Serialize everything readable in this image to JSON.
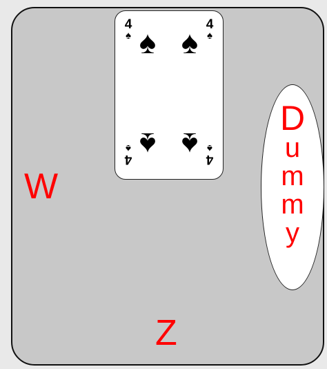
{
  "table": {
    "background_color": "#c8c8c8",
    "label_color": "#ff0000"
  },
  "trick": {
    "cards": [
      {
        "rank": "4",
        "suit_symbol": "♠",
        "suit_name": "spades"
      }
    ]
  },
  "seats": {
    "west_label": "W",
    "south_label": "Z",
    "dummy_letters": [
      "D",
      "u",
      "m",
      "m",
      "y"
    ]
  }
}
